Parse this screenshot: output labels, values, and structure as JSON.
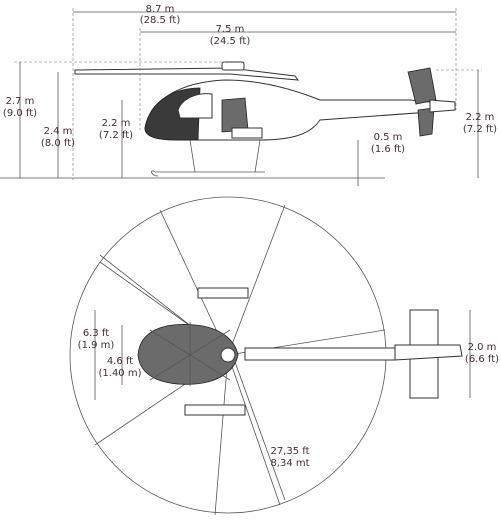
{
  "dimensions": {
    "overall_length": {
      "m": "8.7 m",
      "ft": "(28.5 ft)"
    },
    "fuselage_length": {
      "m": "7.5 m",
      "ft": "(24.5 ft)"
    },
    "total_height": {
      "m": "2.7 m",
      "ft": "(9.0 ft)"
    },
    "mast_height": {
      "m": "2.4 m",
      "ft": "(8.0 ft)"
    },
    "cabin_height": {
      "m": "2.2 m",
      "ft": "(7.2 ft)"
    },
    "ground_clearance": {
      "m": "0.5 m",
      "ft": "(1.6 ft)"
    },
    "tail_height": {
      "m": "2.2 m",
      "ft": "(7.2 ft)"
    },
    "skid_width": {
      "a": "6.3 ft",
      "b": "(1.9 m)"
    },
    "cabin_width": {
      "a": "4.6 ft",
      "b": "(1.40 m)"
    },
    "tail_span": {
      "m": "2.0 m",
      "ft": "(6.6 ft)"
    },
    "rotor_radius": {
      "a": "27,35 ft",
      "b": "8,34 mt"
    }
  }
}
